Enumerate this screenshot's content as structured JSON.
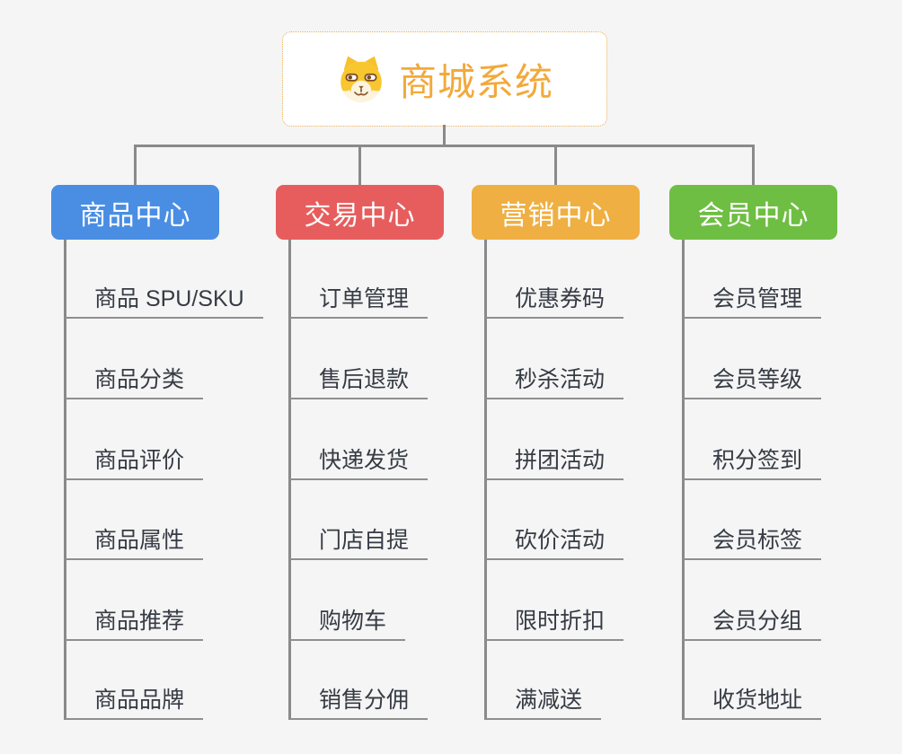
{
  "root": {
    "title": "商城系统",
    "icon": "dog-face-icon"
  },
  "colors": {
    "connector": "#8a8a8a",
    "root_accent": "#f2a93b",
    "leaf_text": "#363b44",
    "background": "#f5f5f5"
  },
  "branches": [
    {
      "label": "商品中心",
      "color": "#4a8ee4",
      "children": [
        "商品 SPU/SKU",
        "商品分类",
        "商品评价",
        "商品属性",
        "商品推荐",
        "商品品牌"
      ]
    },
    {
      "label": "交易中心",
      "color": "#e75d5d",
      "children": [
        "订单管理",
        "售后退款",
        "快递发货",
        "门店自提",
        "购物车",
        "销售分佣"
      ]
    },
    {
      "label": "营销中心",
      "color": "#efaf42",
      "children": [
        "优惠券码",
        "秒杀活动",
        "拼团活动",
        "砍价活动",
        "限时折扣",
        "满减送"
      ]
    },
    {
      "label": "会员中心",
      "color": "#6fbe44",
      "children": [
        "会员管理",
        "会员等级",
        "积分签到",
        "会员标签",
        "会员分组",
        "收货地址"
      ]
    }
  ]
}
